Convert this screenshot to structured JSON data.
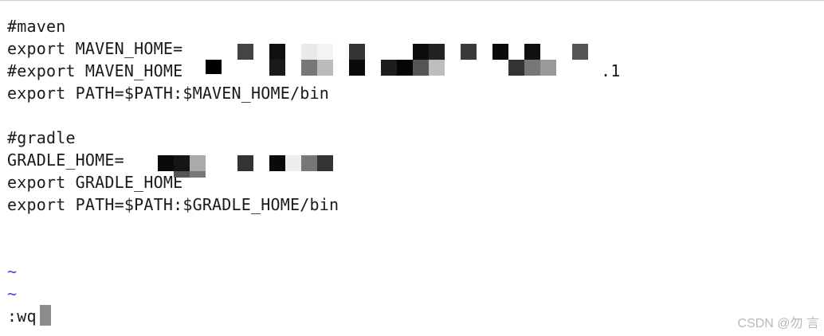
{
  "editor": {
    "lines": [
      "#maven",
      "export MAVEN_HOME=",
      "#export MAVEN_HOME",
      "export PATH=$PATH:$MAVEN_HOME/bin",
      "",
      "#gradle",
      "GRADLE_HOME=",
      "export GRADLE_HOME",
      "export PATH=$PATH:$GRADLE_HOME/bin"
    ],
    "empty_line_markers": [
      "~",
      "~"
    ],
    "command": ":wq",
    "line2_tail_fragment": ".1"
  },
  "watermark": "CSDN @勿 言",
  "colors": {
    "background": "#ffffff",
    "text": "#1a1a1a",
    "tilde": "#5a3fe0",
    "cursor": "#8c8c8c",
    "watermark": "#b9b9b9"
  }
}
